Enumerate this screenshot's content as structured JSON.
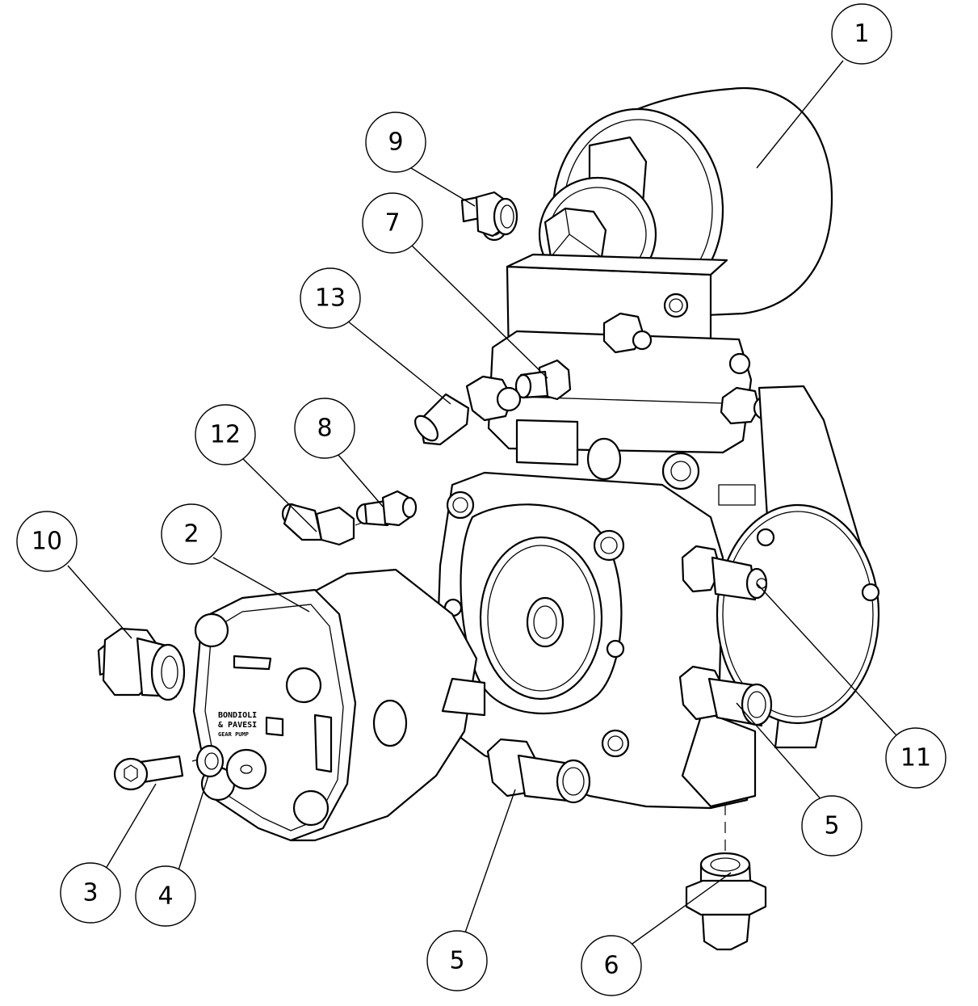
{
  "brand_label": {
    "line1": "BONDIOLI",
    "line2": "& PAVESI",
    "line3": "GEAR PUMP"
  },
  "callouts": [
    {
      "id": "c1",
      "label": "1"
    },
    {
      "id": "c2",
      "label": "2"
    },
    {
      "id": "c3",
      "label": "3"
    },
    {
      "id": "c4",
      "label": "4"
    },
    {
      "id": "c5a",
      "label": "5"
    },
    {
      "id": "c5b",
      "label": "5"
    },
    {
      "id": "c6",
      "label": "6"
    },
    {
      "id": "c7",
      "label": "7"
    },
    {
      "id": "c8",
      "label": "8"
    },
    {
      "id": "c9",
      "label": "9"
    },
    {
      "id": "c10",
      "label": "10"
    },
    {
      "id": "c11",
      "label": "11"
    },
    {
      "id": "c12",
      "label": "12"
    },
    {
      "id": "c13",
      "label": "13"
    }
  ]
}
